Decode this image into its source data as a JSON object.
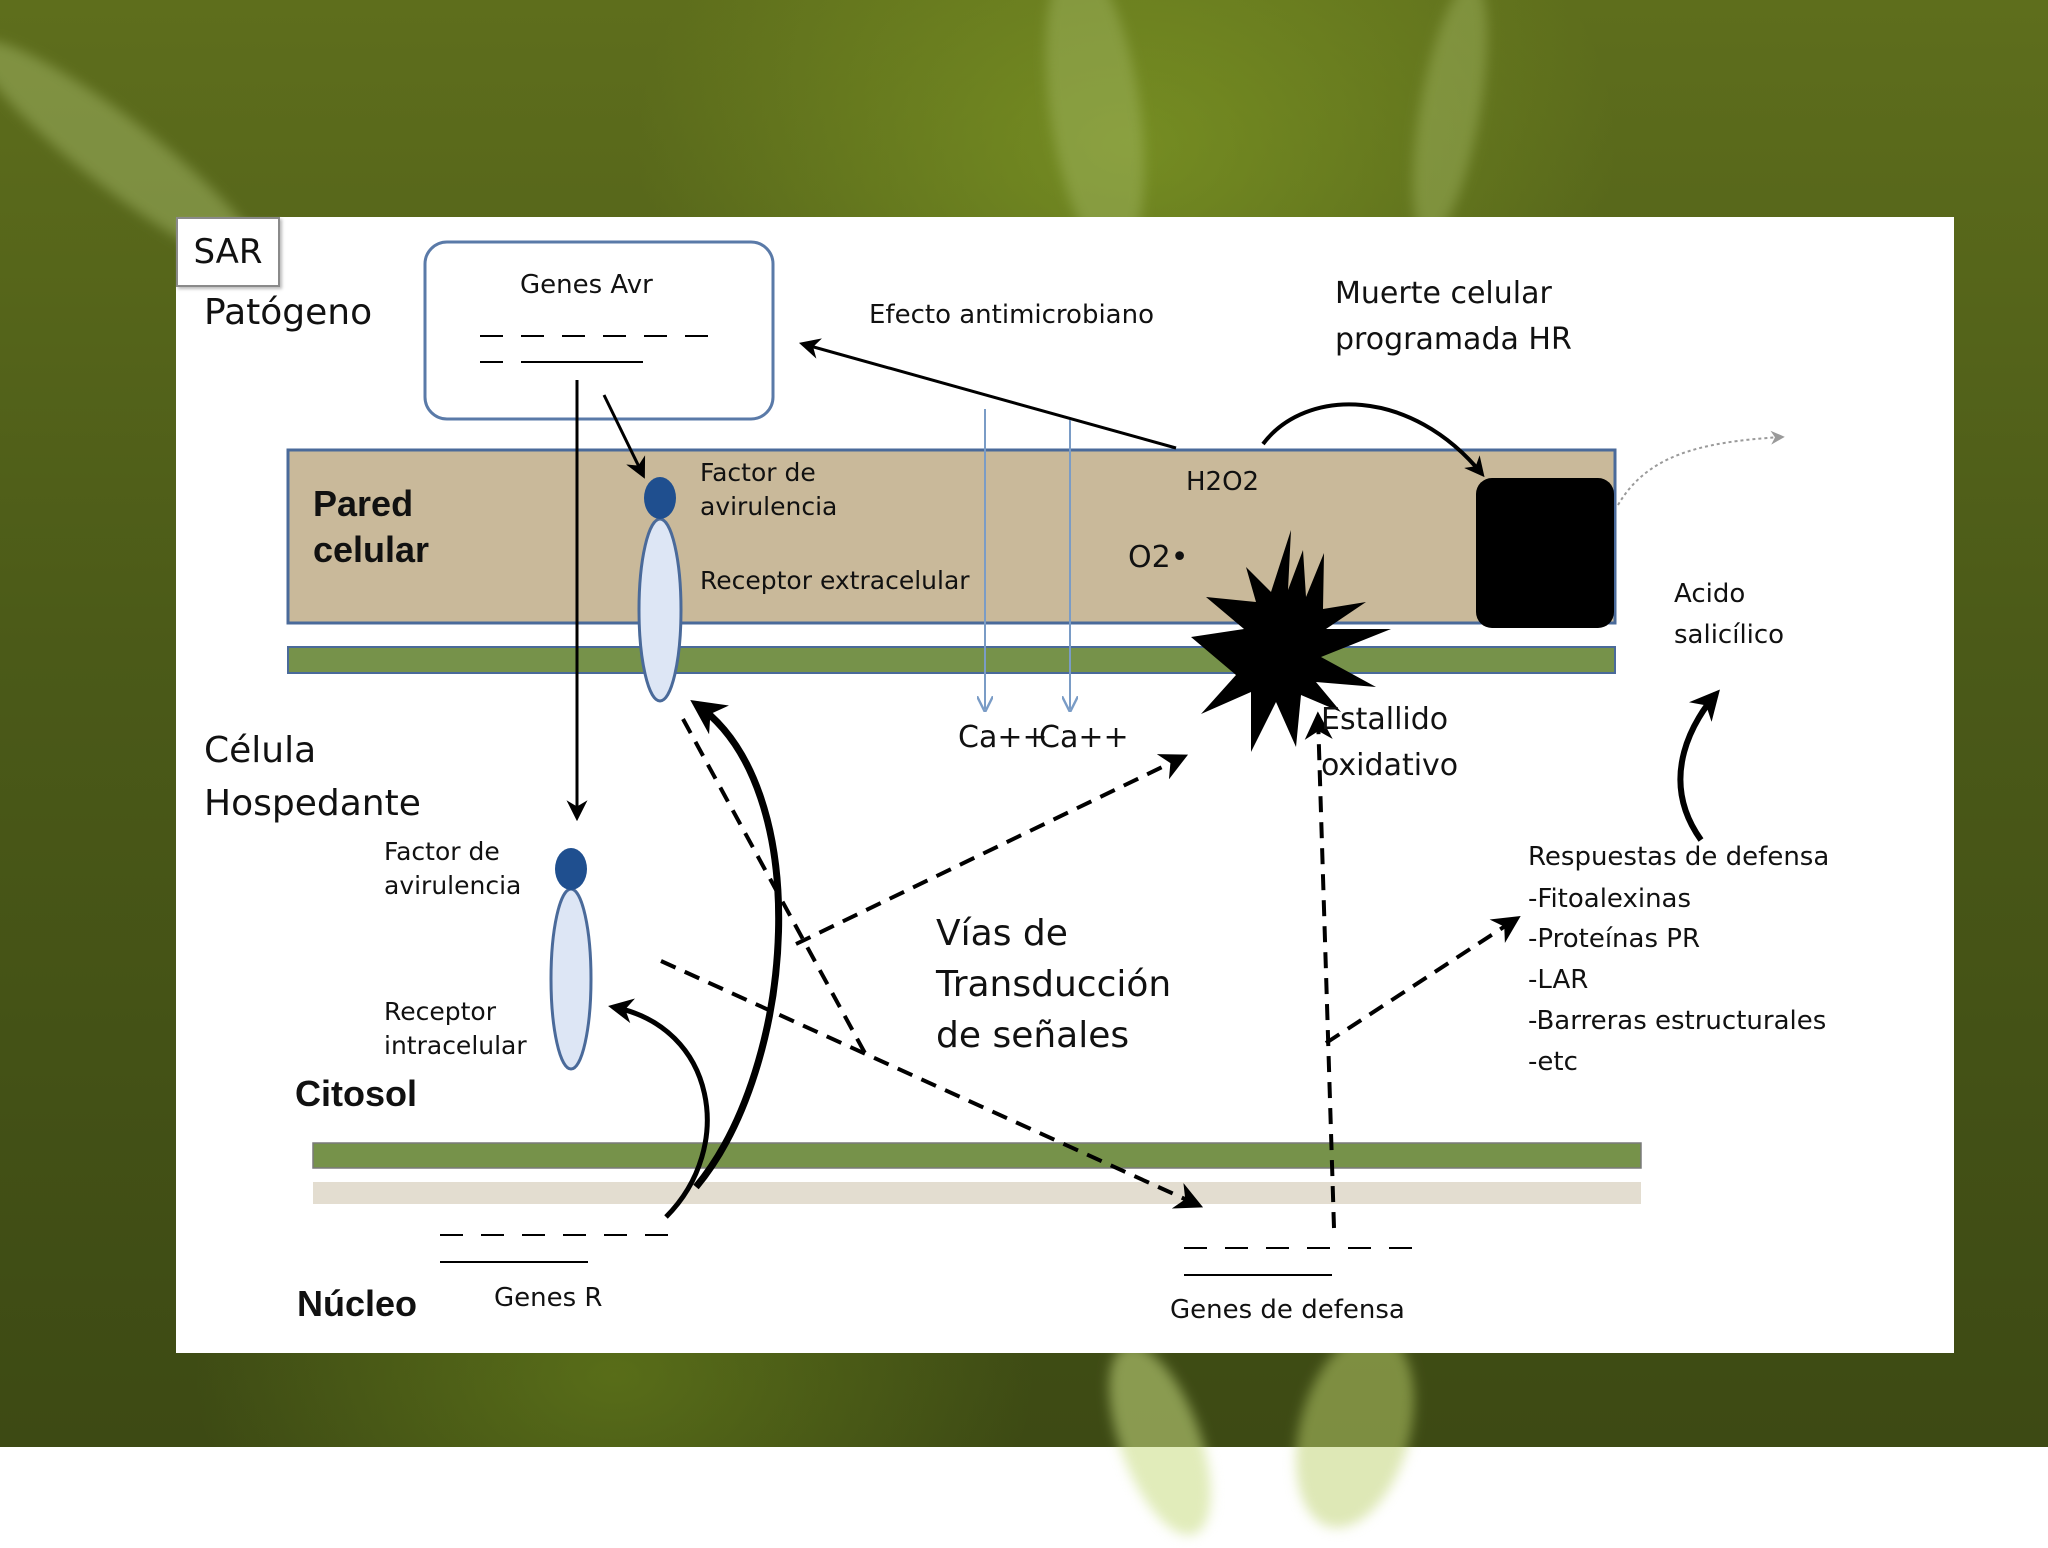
{
  "colors": {
    "cell_wall": "#c9b99a",
    "membrane": "#76924a",
    "nuclear_envelope": "#e3ddd0",
    "receptor_fill": "#dde6f5",
    "avr_factor": "#1f4f8f",
    "background_green": "#4f5e19"
  },
  "pathogen": {
    "label": "Patógeno",
    "genes_box_title": "Genes Avr"
  },
  "cell_wall": {
    "label_line1": "Pared",
    "label_line2": "celular"
  },
  "extracellular": {
    "factor_label": "Factor de\navirulencia",
    "receptor_label": "Receptor extracelular"
  },
  "host_cell": {
    "label_line1": "Célula",
    "label_line2": "Hospedante"
  },
  "intracellular": {
    "factor_label": "Factor de\navirulencia",
    "receptor_label": "Receptor\nintracelular"
  },
  "compartments": {
    "cytosol": "Citosol",
    "nucleus": "Núcleo"
  },
  "genes": {
    "r_genes": "Genes R",
    "defense_genes": "Genes  de defensa"
  },
  "signals": {
    "antimicrobial_effect": "Efecto antimicrobiano",
    "hr_line1": "Muerte celular",
    "hr_line2": "programada HR",
    "h2o2": "H2O2",
    "superoxide": "O2•",
    "calcium_1": "Ca++",
    "calcium_2": "Ca++",
    "oxidative_burst_line1": "Estallido",
    "oxidative_burst_line2": "oxidativo",
    "transduction_line1": "Vías de",
    "transduction_line2": "Transducción",
    "transduction_line3": "de señales",
    "sar": "SAR",
    "salicylic_line1": "Acido",
    "salicylic_line2": "salicílico"
  },
  "defense_responses": {
    "title": "Respuestas de defensa",
    "items": [
      "-Fitoalexinas",
      "-Proteínas PR",
      "-LAR",
      "-Barreras estructurales",
      "-etc"
    ]
  }
}
